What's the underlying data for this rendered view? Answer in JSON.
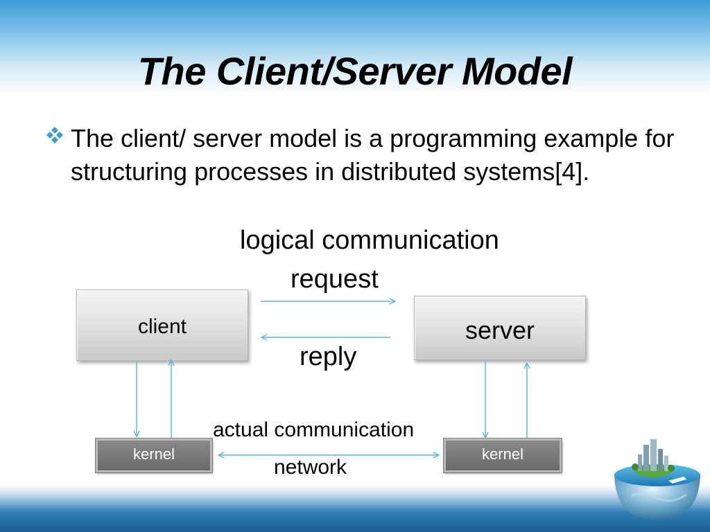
{
  "slide": {
    "title": "The Client/Server Model",
    "bullet_text": "The client/ server model is a programming example for structuring processes in distributed systems[4]."
  },
  "diagram": {
    "logical_label": "logical communication",
    "request_label": "request",
    "reply_label": "reply",
    "actual_label": "actual communication",
    "network_label": "network",
    "client_label": "client",
    "server_label": "server",
    "kernel_left_label": "kernel",
    "kernel_right_label": "kernel"
  },
  "colors": {
    "arrow": "#5ab4e0",
    "bullet": "#3aa0c8",
    "header_blue": "#3a9bd4"
  },
  "icons": {
    "bullet": "diamond-bullet-icon",
    "decoration": "globe-city-icon"
  }
}
